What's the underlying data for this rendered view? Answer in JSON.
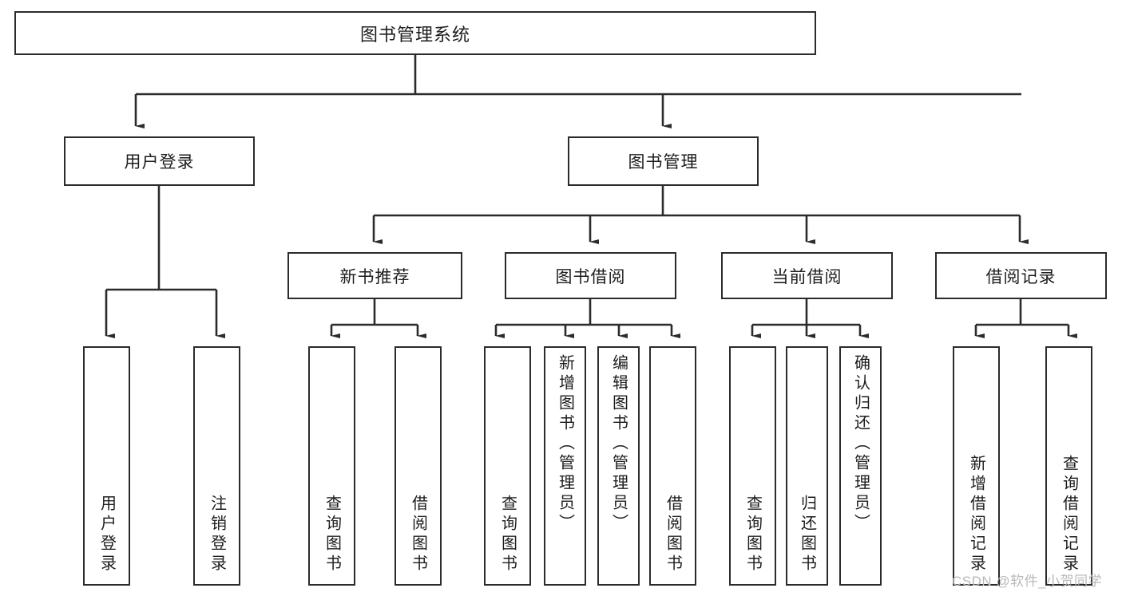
{
  "diagram": {
    "type": "tree",
    "title": "图书管理系统",
    "style": {
      "box_border": "#2b2b2b",
      "line": "#2b2b2b",
      "background": "#ffffff",
      "text": "#1d1d1d"
    },
    "root": {
      "label": "图书管理系统"
    },
    "level2": [
      {
        "label": "用户登录"
      },
      {
        "label": "图书管理"
      }
    ],
    "level3": [
      {
        "label": "新书推荐"
      },
      {
        "label": "图书借阅"
      },
      {
        "label": "当前借阅"
      },
      {
        "label": "借阅记录"
      }
    ],
    "leaves": {
      "user_login": [
        {
          "label": "用户登录"
        },
        {
          "label": "注销登录"
        }
      ],
      "new_book": [
        {
          "label": "查询图书"
        },
        {
          "label": "借阅图书"
        }
      ],
      "borrow": [
        {
          "label": "查询图书"
        },
        {
          "label": "新增图书（管理员）"
        },
        {
          "label": "编辑图书（管理员）"
        },
        {
          "label": "借阅图书"
        }
      ],
      "current": [
        {
          "label": "查询图书"
        },
        {
          "label": "归还图书"
        },
        {
          "label": "确认归还（管理员）"
        }
      ],
      "records": [
        {
          "label": "新增借阅记录"
        },
        {
          "label": "查询借阅记录"
        }
      ]
    }
  },
  "watermark": {
    "text": "CSDN @软件_小贺同学"
  }
}
